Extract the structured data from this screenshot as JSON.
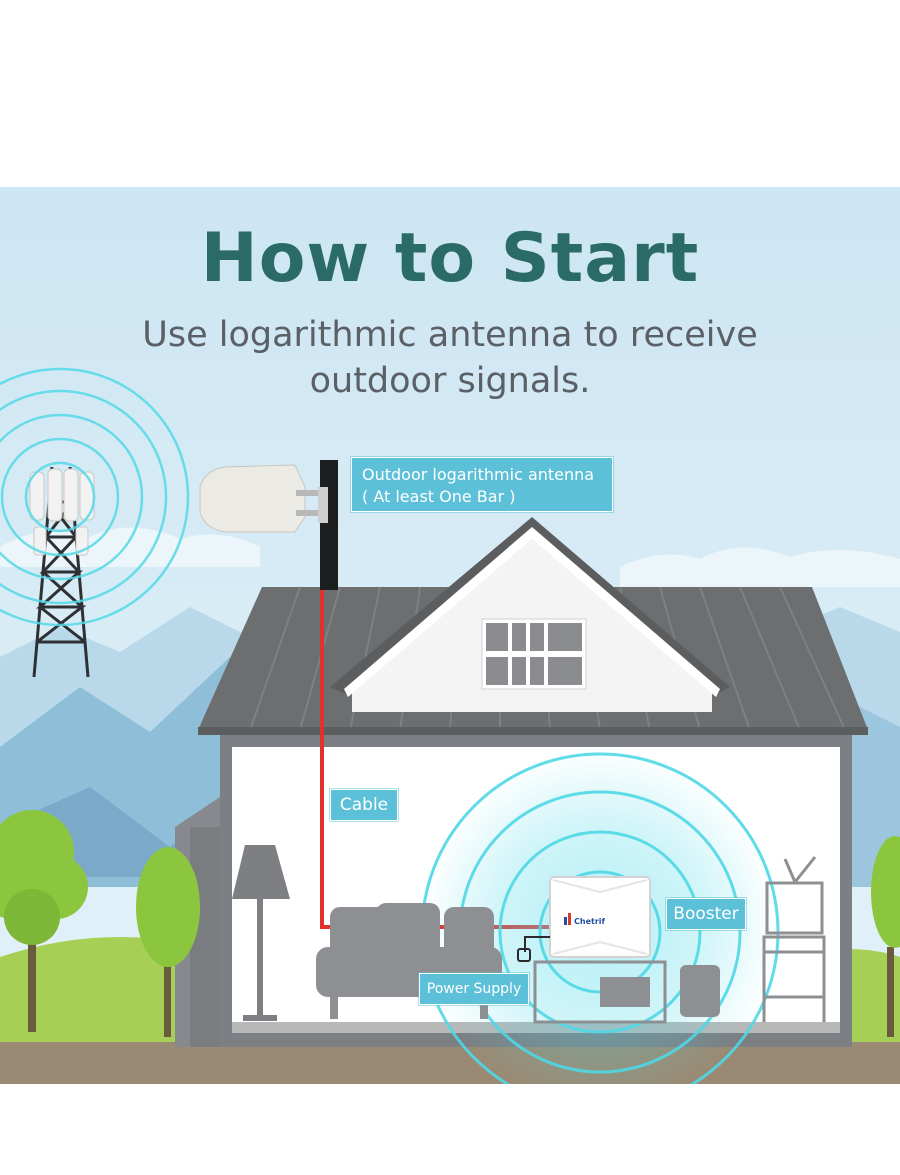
{
  "header": {
    "title": "How to Start",
    "subtitle": "Use logarithmic antenna to receive outdoor signals."
  },
  "labels": {
    "antenna_line1": "Outdoor logarithmic antenna",
    "antenna_line2": "( At least One Bar )",
    "cable": "Cable",
    "booster": "Booster",
    "power_supply": "Power Supply",
    "booster_brand": "Chetrif"
  },
  "colors": {
    "title": "#2a6b68",
    "subtitle": "#5a6066",
    "label_bg": "#5cc0d8",
    "cable": "#e0322b",
    "signal_rings": "#4fd8e6",
    "roof": "#6d6e70",
    "sky": "#cfe8f4"
  },
  "icons": [
    "cell-tower-icon",
    "log-periodic-antenna-icon",
    "signal-booster-icon",
    "floor-lamp-icon",
    "sofa-icon",
    "tv-icon",
    "tree-icon"
  ]
}
